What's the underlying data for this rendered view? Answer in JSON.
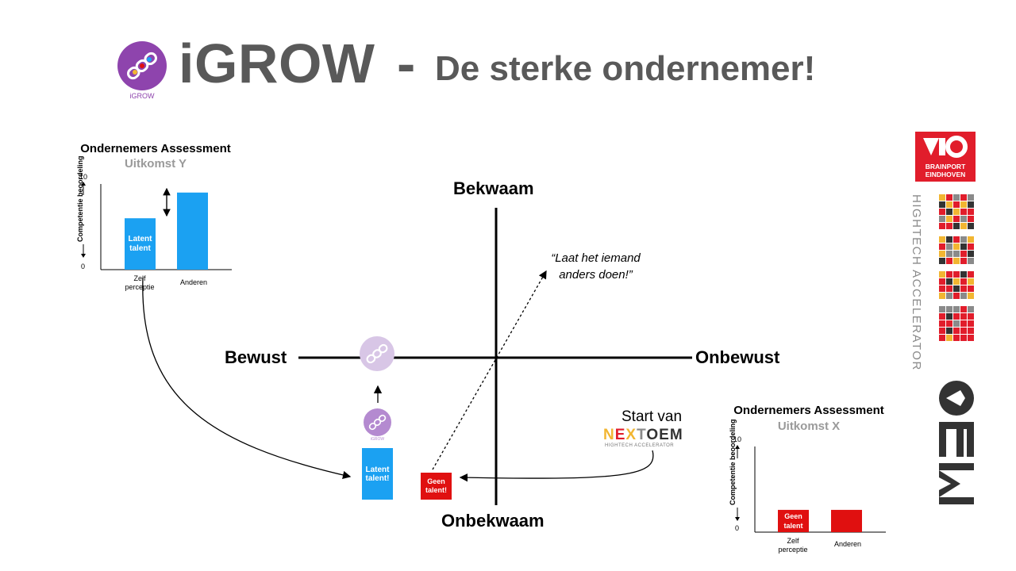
{
  "header": {
    "title_main": "iGROW",
    "title_dash": "-",
    "title_sub": "De sterke ondernemer!",
    "logo_caption": "iGROW"
  },
  "quadrant": {
    "top": "Bekwaam",
    "bottom": "Onbekwaam",
    "left": "Bewust",
    "right": "Onbewust",
    "quote": "“Laat het iemand anders doen!”",
    "latent_label": "Latent talent!",
    "geen_label": "Geen talent!",
    "igrow_small_caption": "iGROW",
    "start_van": "Start van",
    "nextoem_name": "NEXTOEM",
    "nextoem_sub": "HIGHTECH ACCELERATOR"
  },
  "assessment_y": {
    "title": "Ondernemers Assessment",
    "subtitle": "Uitkomst Y",
    "y_max_label": "10",
    "y_min_label": "0",
    "y_axis_label": "Competentie beoordeling",
    "categories": [
      "Zelf perceptie",
      "Anderen"
    ],
    "bar1_label": "Latent talent",
    "values": [
      6,
      9
    ],
    "color": "#1ba1f2"
  },
  "assessment_x": {
    "title": "Ondernemers Assessment",
    "subtitle": "Uitkomst X",
    "y_max_label": "10",
    "y_min_label": "0",
    "y_axis_label": "Competentie beoordeling",
    "categories": [
      "Zelf perceptie",
      "Anderen"
    ],
    "bar1_label": "Geen talent",
    "values": [
      2.6,
      2.6
    ],
    "color": "#e01010"
  },
  "brand": {
    "brainport": "BRAINPORT EINDHOVEN",
    "hightech": "HIGHTECH ACCELERATOR",
    "oem": "OEM",
    "colors": [
      "#e11d2b",
      "#f2b632",
      "#8a8a8a",
      "#333333"
    ]
  }
}
